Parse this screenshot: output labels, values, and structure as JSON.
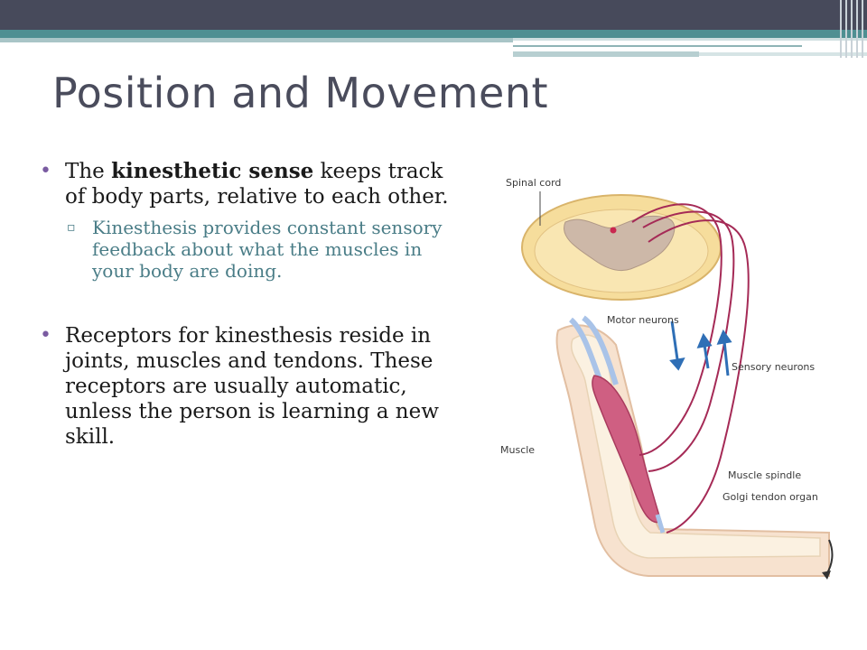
{
  "slide": {
    "title": "Position and Movement",
    "bullets": [
      {
        "pre": "The ",
        "bold": "kinesthetic sense",
        "post": " keeps track of body parts, relative to each other.",
        "sub": "Kinesthesis provides constant sensory feedback about what the muscles in your body are doing."
      },
      {
        "text": "Receptors for kinesthesis reside in joints, muscles and tendons. These receptors are usually automatic, unless the person is learning a new skill."
      }
    ],
    "bullet_glyph": "•",
    "sub_bullet_glyph": "▫"
  },
  "figure": {
    "labels": {
      "spinal_cord": "Spinal cord",
      "motor_neurons": "Motor neurons",
      "sensory_neurons": "Sensory neurons",
      "muscle": "Muscle",
      "muscle_spindle": "Muscle spindle",
      "golgi_tendon_organ": "Golgi tendon organ"
    }
  }
}
